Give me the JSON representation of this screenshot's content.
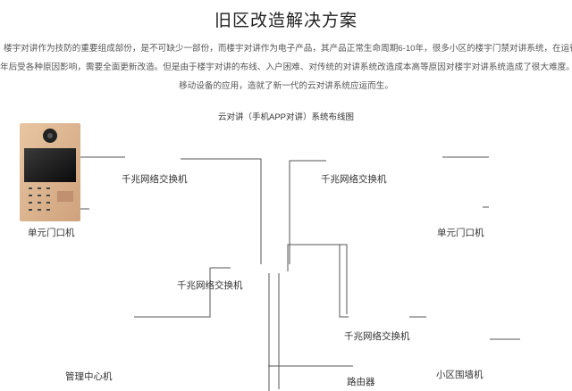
{
  "header": {
    "title": "旧区改造解决方案",
    "intro_lines": [
      "楼宇对讲作为技防的重要组成部份，是不可缺少一部份，而楼宇对讲作为电子产品，其产品正常生命周期6-10年，很多小区的楼宇门禁对讲系统，在运行多",
      "年后受各种原因影响，需要全面更新改造。但是由于楼宇对讲的布线、入户困难、对传统的对讲系统改造成本高等原因对楼宇对讲系统造成了很大难度。而",
      "移动设备的应用，造就了新一代的云对讲系统应运而生。"
    ]
  },
  "diagram": {
    "title": "云对讲（手机APP对讲）系统布线图",
    "labels": {
      "unit_door_left": "单元门口机",
      "unit_door_right": "单元门口机",
      "switch_top_left": "千兆网络交换机",
      "switch_top_right": "千兆网络交换机",
      "switch_center": "千兆网络交换机",
      "switch_lower_right": "千兆网络交换机",
      "management_center": "管理中心机",
      "router": "路由器",
      "wall_unit": "小区围墙机"
    },
    "icons": [
      "door-station-icon",
      "network-switch-icon",
      "power-supply-icon",
      "wifi-exchange-icon",
      "computer-icon",
      "router-icon",
      "wall-station-icon"
    ],
    "colors": {
      "door_panel_gold": "#d9b48f",
      "wall_panel_gold": "#d8b878",
      "line": "#555555",
      "wifi_blue": "#2a7fd4"
    }
  }
}
